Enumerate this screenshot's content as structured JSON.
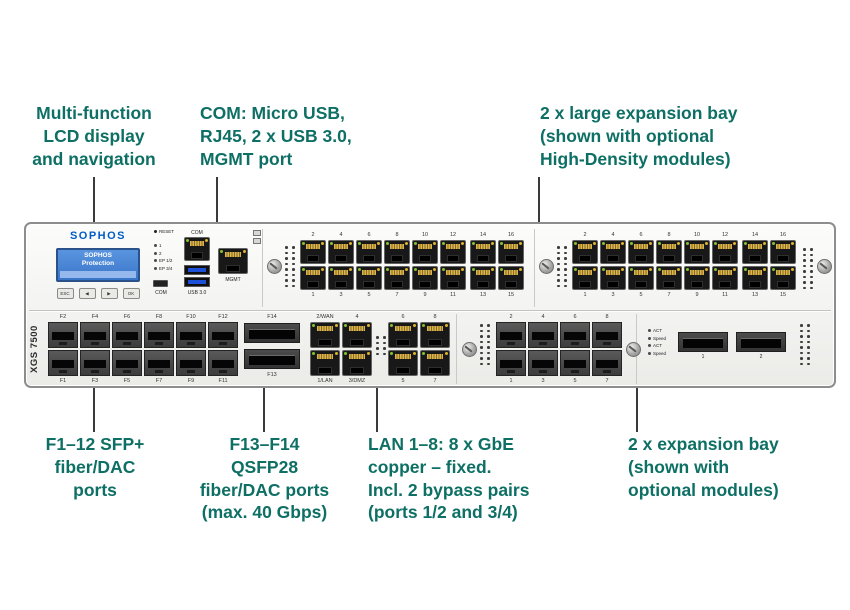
{
  "colors": {
    "annotation": "#0e6f64",
    "sophos_blue": "#005bc8",
    "lcd_blue": "#3f7bd0"
  },
  "annotations": {
    "lcd": [
      "Multi-function",
      "LCD display",
      "and navigation"
    ],
    "com": [
      "COM: Micro USB,",
      "RJ45, 2 x USB 3.0,",
      "MGMT port"
    ],
    "large_bays": [
      "2 x large expansion bay",
      "(shown with optional",
      "High-Density modules)"
    ],
    "sfp": [
      "F1–12 SFP+",
      "fiber/DAC",
      "ports"
    ],
    "qsfp": [
      "F13–F14",
      "QSFP28",
      "fiber/DAC ports",
      "(max. 40 Gbps)"
    ],
    "lan": [
      "LAN 1–8: 8 x GbE",
      "copper – fixed.",
      "Incl. 2 bypass pairs",
      "(ports 1/2 and 3/4)"
    ],
    "exp_bays": [
      "2 x expansion bay",
      "(shown with",
      "optional modules)"
    ]
  },
  "device": {
    "model": "XGS 7500",
    "brand": "SOPHOS",
    "lcd_screen": [
      "SOPHOS",
      "Protection"
    ],
    "lcd_buttons": [
      "ESC",
      "◀",
      "▶",
      "OK"
    ],
    "com_panel": {
      "reset": "RESET",
      "leds": [
        "1",
        "2",
        "EP 1/2",
        "EP 3/4"
      ],
      "com": "COM",
      "usb": "USB 3.0",
      "micro": "COM",
      "mgmt": "MGMT"
    },
    "hd12": {
      "top": [
        "2",
        "4",
        "6",
        "8",
        "10",
        "12"
      ],
      "bottom": [
        "1",
        "3",
        "5",
        "7",
        "9",
        "11"
      ]
    },
    "hd4": {
      "top": [
        "14",
        "16"
      ],
      "bottom": [
        "13",
        "15"
      ]
    },
    "sfp_fixed": {
      "top": [
        "F2",
        "F4",
        "F6",
        "F8",
        "F10",
        "F12"
      ],
      "bottom": [
        "F1",
        "F3",
        "F5",
        "F7",
        "F9",
        "F11"
      ]
    },
    "qsfp_fixed": {
      "top": "F14",
      "bottom": "F13"
    },
    "lan1": {
      "top": [
        "2/WAN",
        "4"
      ],
      "bottom": [
        "1/LAN",
        "3/DMZ"
      ]
    },
    "lan2": {
      "top": [
        "6",
        "8"
      ],
      "bottom": [
        "5",
        "7"
      ]
    },
    "sfp_bay": {
      "top": [
        "2",
        "4",
        "6",
        "8"
      ],
      "bottom": [
        "1",
        "3",
        "5",
        "7"
      ]
    },
    "qsfp_bay": {
      "ports": [
        "1",
        "2"
      ],
      "leds": [
        "ACT",
        "Speed",
        "ACT",
        "Speed"
      ]
    }
  }
}
